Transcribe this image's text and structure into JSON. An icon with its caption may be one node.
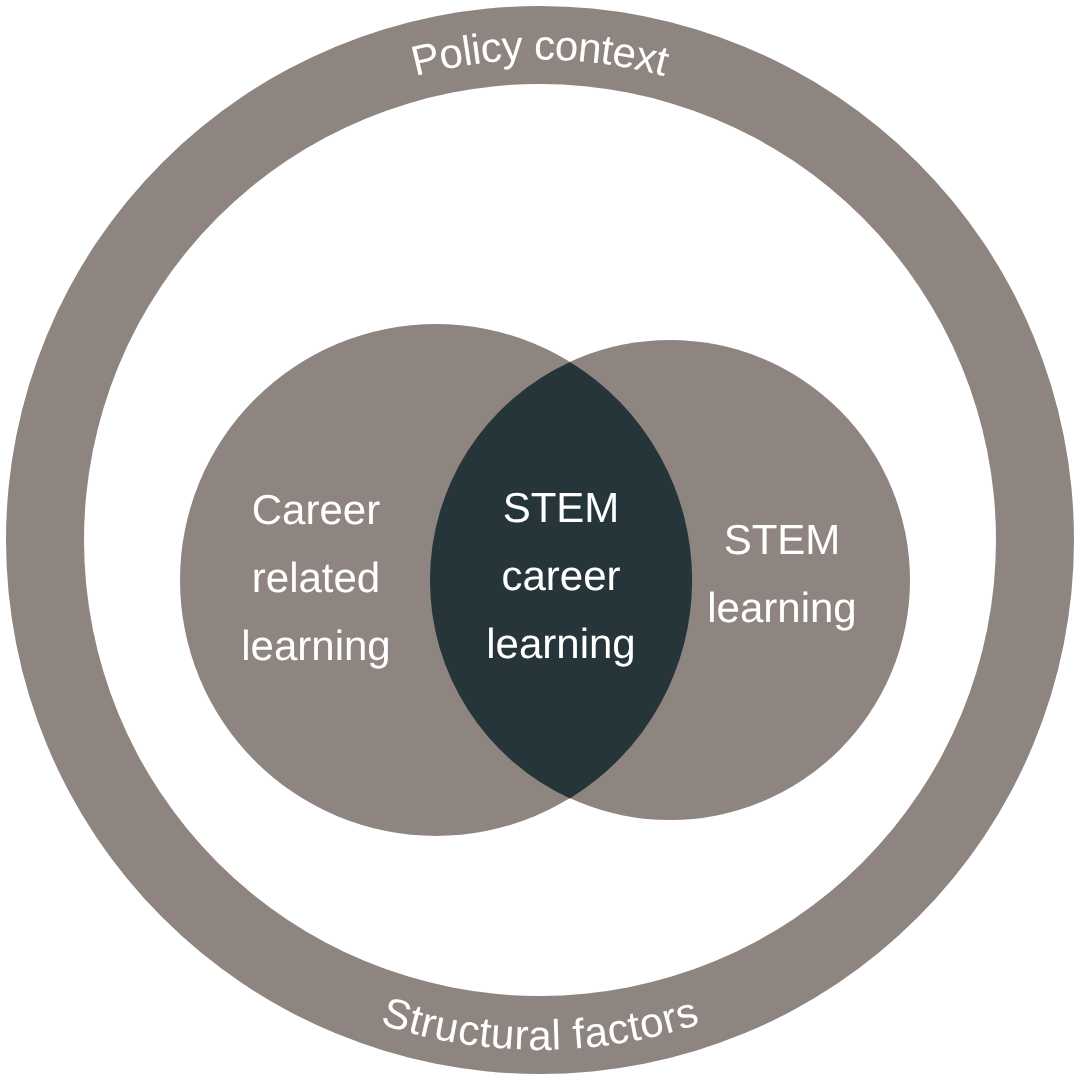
{
  "diagram": {
    "nodes": [
      {
        "text": [
          "Policy context",
          "Structural factors"
        ]
      },
      {
        "text": [
          "Career related learning"
        ],
        "in": 0
      },
      {
        "text": [
          "STEM career learning"
        ]
      },
      {
        "text": [
          "STEM learning"
        ],
        "in": 0
      }
    ]
  }
}
